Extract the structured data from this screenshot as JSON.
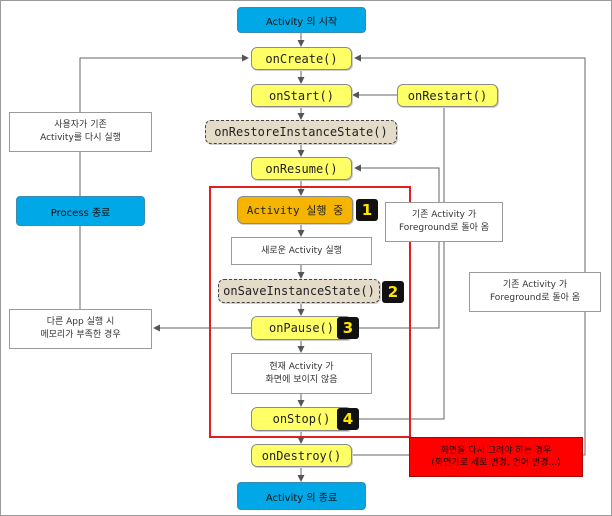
{
  "nodes": {
    "activity_start": "Activity 의 시작",
    "on_create": "onCreate()",
    "on_start": "onStart()",
    "on_restart": "onRestart()",
    "on_restore": "onRestoreInstanceState()",
    "on_resume": "onResume()",
    "activity_running": "Activity 실행 중",
    "new_activity_run": "새로운 Activity 실행",
    "on_save": "onSaveInstanceState()",
    "on_pause": "onPause()",
    "not_visible_line1": "현재 Activity 가",
    "not_visible_line2": "화면에 보이지 않음",
    "on_stop": "onStop()",
    "on_destroy": "onDestroy()",
    "activity_end": "Activity 의 종료",
    "process_killed": "Process 종료"
  },
  "notes": {
    "user_rerun_line1": "사용자가 기존",
    "user_rerun_line2": "Activity를 다시 실행",
    "low_memory_line1": "다른 App 실행 시",
    "low_memory_line2": "메모리가 부족한 경우",
    "foreground_a_line1": "기존 Activity 가",
    "foreground_a_line2": "Foreground로 돌아 옴",
    "foreground_b_line1": "기존 Activity 가",
    "foreground_b_line2": "Foreground로 돌아 옴",
    "redraw_line1": "화면을 다시 그려야 하는 경우",
    "redraw_line2": "(화면가로 세로 변경, 언어 변경...)"
  },
  "markers": [
    "1",
    "2",
    "3",
    "4"
  ],
  "colors": {
    "callback": "#ffff66",
    "running": "#f5b400",
    "instance_state": "#e4dcc8",
    "terminal": "#00a8e8",
    "highlight_frame": "#e02020",
    "redraw_note": "#ff0000",
    "marker_bg": "#111111",
    "marker_text": "#ffe400"
  }
}
